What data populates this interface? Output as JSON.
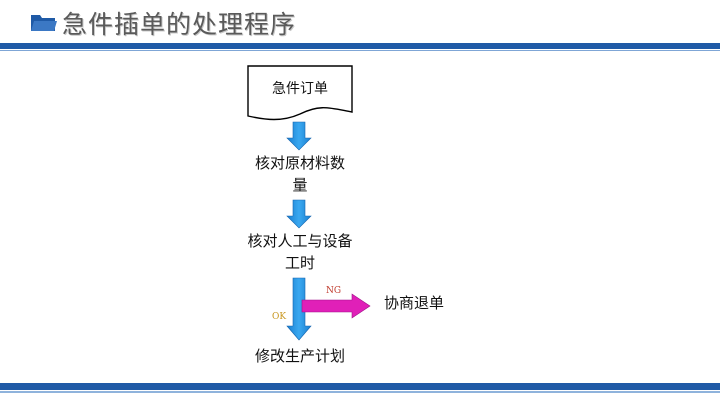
{
  "header": {
    "title": "急件插单的处理程序",
    "accent": "#1f5aa6"
  },
  "diagram": {
    "start_doc": "急件订单",
    "step1": [
      "核对原材料数",
      "量"
    ],
    "step2": [
      "核对人工与设备",
      "工时"
    ],
    "ng_label": "NG",
    "ok_label": "OK",
    "ng_result": "协商退单",
    "ok_result": "修改生产计划",
    "arrow_color": "#2596e0",
    "ng_arrow_color": "#e020b8",
    "ng_text_color": "#c0392b",
    "ok_text_color": "#c8961e"
  }
}
